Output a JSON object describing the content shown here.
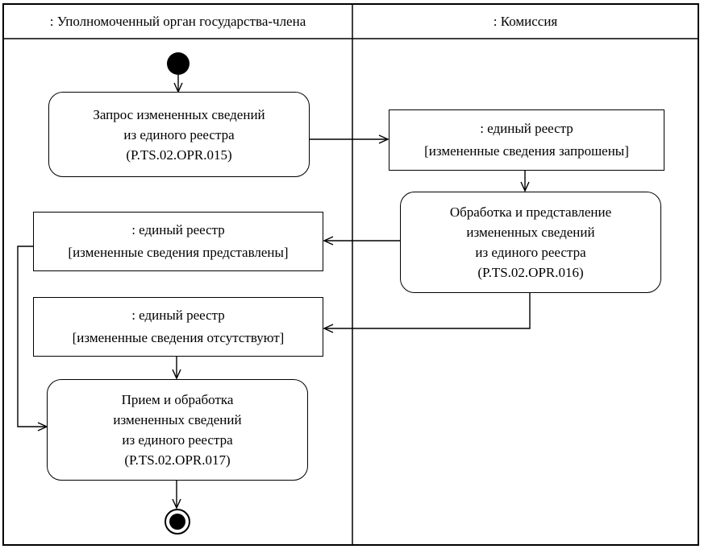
{
  "lanes": [
    {
      "title": ": Уполномоченный орган государства-члена"
    },
    {
      "title": ": Комиссия"
    }
  ],
  "nodes": {
    "action_request": {
      "lines": [
        "Запрос измененных сведений",
        "из единого реестра",
        "(P.TS.02.OPR.015)"
      ]
    },
    "object_requested": {
      "lines": [
        ": единый реестр",
        "[измененные сведения запрошены]"
      ]
    },
    "action_process": {
      "lines": [
        "Обработка и представление",
        "измененных сведений",
        "из единого реестра",
        "(P.TS.02.OPR.016)"
      ]
    },
    "object_provided": {
      "lines": [
        ": единый реестр",
        "[измененные сведения представлены]"
      ]
    },
    "object_absent": {
      "lines": [
        ": единый реестр",
        "[измененные сведения отсутствуют]"
      ]
    },
    "action_receive": {
      "lines": [
        "Прием и обработка",
        "измененных сведений",
        "из единого реестра",
        "(P.TS.02.OPR.017)"
      ]
    }
  },
  "colors": {
    "stroke": "#000000",
    "background": "#ffffff"
  }
}
